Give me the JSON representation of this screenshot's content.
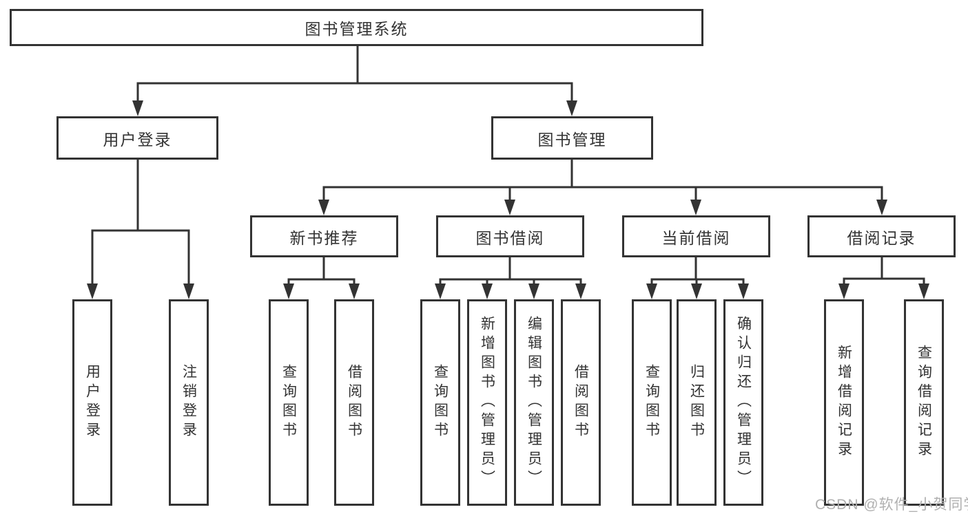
{
  "diagram_title": "图书管理系统",
  "nodes": {
    "root": "图书管理系统",
    "user_login": "用户登录",
    "book_mgmt": "图书管理",
    "ul_user_login": "用户登录",
    "ul_logout": "注销登录",
    "new_book_rec": "新书推荐",
    "book_borrow": "图书借阅",
    "current_borrow": "当前借阅",
    "borrow_records": "借阅记录",
    "nbr_query_book": "查询图书",
    "nbr_borrow_book": "借阅图书",
    "bb_query_book": "查询图书",
    "bb_add_book": "新增图书（管理员）",
    "bb_edit_book": "编辑图书（管理员）",
    "bb_borrow_book": "借阅图书",
    "cb_query_book": "查询图书",
    "cb_return_book": "归还图书",
    "cb_confirm_return": "确认归还（管理员）",
    "br_add_record": "新增借阅记录",
    "br_query_record": "查询借阅记录"
  },
  "hierarchy": {
    "图书管理系统": {
      "用户登录": [
        "用户登录",
        "注销登录"
      ],
      "图书管理": {
        "新书推荐": [
          "查询图书",
          "借阅图书"
        ],
        "图书借阅": [
          "查询图书",
          "新增图书（管理员）",
          "编辑图书（管理员）",
          "借阅图书"
        ],
        "当前借阅": [
          "查询图书",
          "归还图书",
          "确认归还（管理员）"
        ],
        "借阅记录": [
          "新增借阅记录",
          "查询借阅记录"
        ]
      }
    }
  },
  "watermark": {
    "text": "CSDN @软件_小贺同学",
    "color": "#b0b0b0"
  },
  "colors": {
    "line": "#333333",
    "box_border": "#333333",
    "box_fill": "#ffffff",
    "text": "#333333",
    "background": "#ffffff"
  }
}
